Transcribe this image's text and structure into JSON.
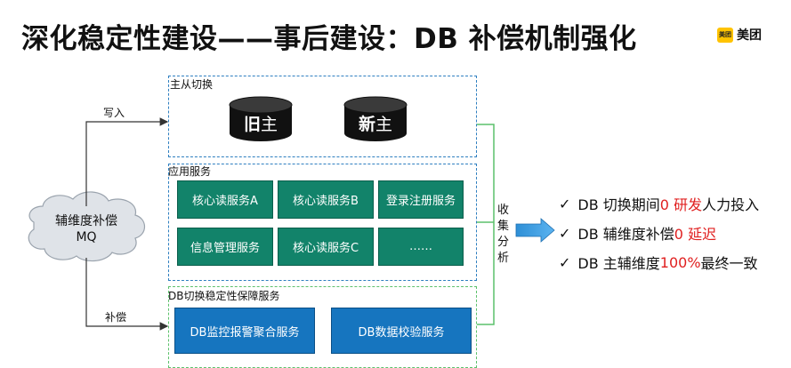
{
  "title": "深化稳定性建设——事后建设：DB 补偿机制强化",
  "logo": {
    "badge": "美团",
    "text": "美团"
  },
  "mq": {
    "line1": "辅维度补偿",
    "line2": "MQ"
  },
  "edges": {
    "write": "写入",
    "compensate": "补偿"
  },
  "switch_section": {
    "label": "主从切换",
    "old_db": {
      "bold": "旧",
      "rest": "主"
    },
    "new_db": {
      "bold": "新",
      "rest": "主"
    }
  },
  "app_section": {
    "label": "应用服务",
    "services": [
      "核心读服务A",
      "核心读服务B",
      "登录注册服务",
      "信息管理服务",
      "核心读服务C",
      "……"
    ]
  },
  "guard_section": {
    "label": "DB切换稳定性保障服务",
    "services": [
      "DB监控报警聚合服务",
      "DB数据校验服务"
    ]
  },
  "gather_label": [
    "收",
    "集",
    "分",
    "析"
  ],
  "results": [
    {
      "pre": "DB 切换期间 ",
      "highlight": "0 研发",
      "post": "人力投入"
    },
    {
      "pre": "DB 辅维度补偿 ",
      "highlight": "0 延迟",
      "post": ""
    },
    {
      "pre": "DB 主辅维度 ",
      "highlight": "100%",
      "post": " 最终一致"
    }
  ],
  "colors": {
    "teal": "#12836A",
    "blue": "#1675BF",
    "dash_blue": "#2E7FC0",
    "green": "#5CC16B",
    "red": "#E02020",
    "arrow": "#2E8FD6"
  }
}
